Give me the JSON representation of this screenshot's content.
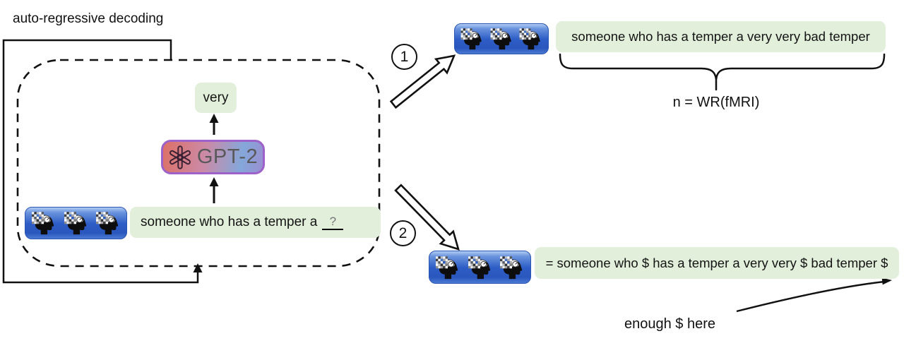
{
  "colors": {
    "green_box": "#e2efda",
    "blue_box": "#2d5dc6",
    "gpt_border": "#9d62c9",
    "gpt_gradient_left": "#dd7066",
    "gpt_gradient_mid": "#cc8aa6",
    "gpt_gradient_right": "#84a7da",
    "gpt_text": "#595959"
  },
  "decoder_loop": {
    "label": "auto-regressive decoding",
    "predicted_token": "very",
    "model_label": "GPT-2",
    "input_text": "someone who has a temper a",
    "input_blank": "?"
  },
  "branch1": {
    "step_number": "1",
    "output_text": "someone who has a temper a very very bad temper",
    "brace_label": "n = WR(fMRI)"
  },
  "branch2": {
    "step_number": "2",
    "output_text": "= someone who $ has a temper a very very $ bad temper $",
    "annotation": "enough $ here"
  }
}
